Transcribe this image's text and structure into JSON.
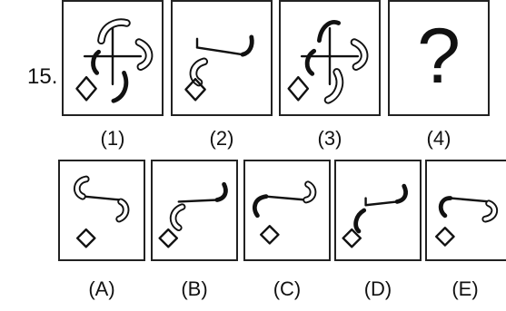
{
  "question": {
    "number": "15.",
    "panels": [
      {
        "label": "(1)"
      },
      {
        "label": "(2)"
      },
      {
        "label": "(3)"
      },
      {
        "label": "(4)",
        "placeholder": "?"
      }
    ]
  },
  "options": [
    {
      "label": "(A)"
    },
    {
      "label": "(B)"
    },
    {
      "label": "(C)"
    },
    {
      "label": "(D)"
    },
    {
      "label": "(E)"
    }
  ],
  "colors": {
    "ink": "#111111",
    "border": "#222222"
  }
}
